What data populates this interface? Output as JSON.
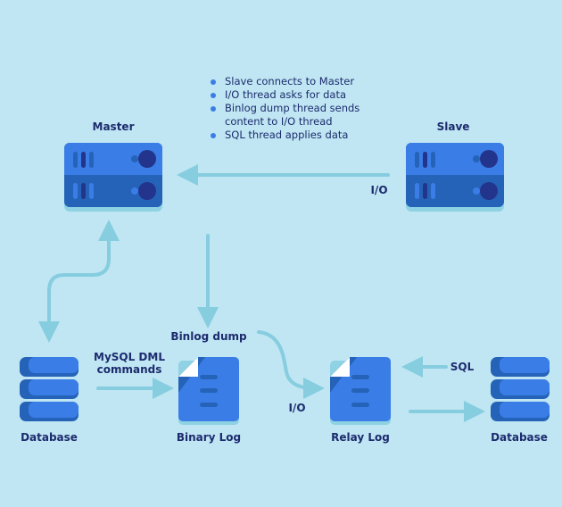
{
  "steps": [
    "Slave connects to Master",
    "I/O thread asks for data",
    "Binlog dump thread sends content to I/O thread",
    "SQL thread applies data"
  ],
  "labels": {
    "master": "Master",
    "slave": "Slave",
    "io_top": "I/O",
    "binlog_dump": "Binlog dump",
    "io_bottom": "I/O",
    "mysql_dml": "MySQL DML commands",
    "sql": "SQL",
    "database_left": "Database",
    "binary_log": "Binary Log",
    "relay_log": "Relay Log",
    "database_right": "Database"
  },
  "colors": {
    "background": "#bfe6f2",
    "arrow": "#86cde0",
    "primary": "#3a7de6",
    "dark": "#2563b8",
    "text": "#1d2b6e"
  }
}
